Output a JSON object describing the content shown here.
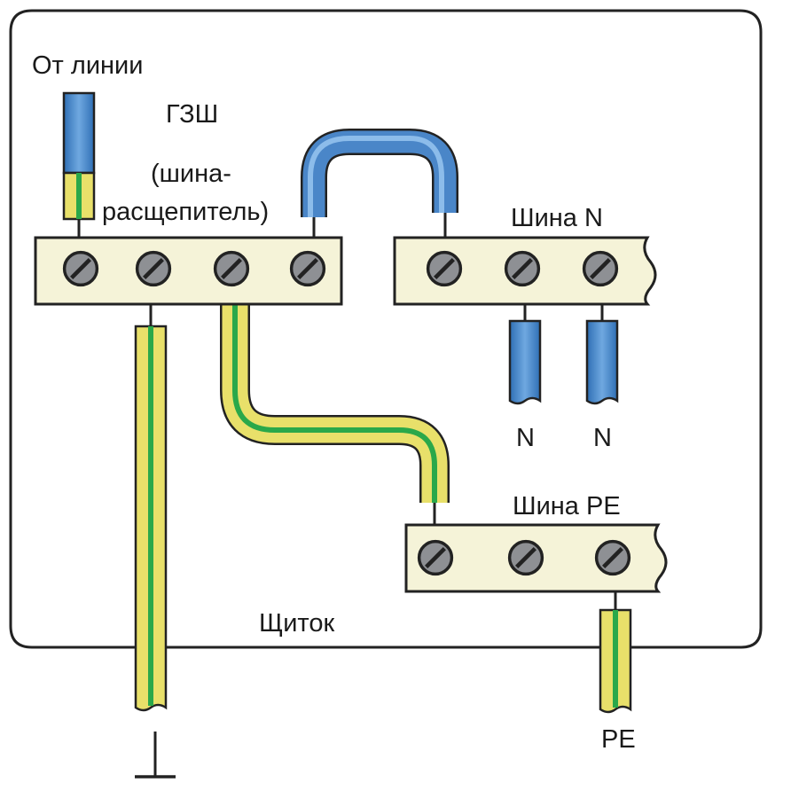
{
  "labels": {
    "from_line": "От линии",
    "gzsh": "ГЗШ",
    "splitter_1": "(шина-",
    "splitter_2": "расщепитель)",
    "bus_n": "Шина N",
    "bus_pe": "Шина PE",
    "n_left": "N",
    "n_right": "N",
    "panel": "Щиток",
    "pe_out": "PE"
  },
  "colors": {
    "bus_fill": "#f5f3d8",
    "wire_blue": "#4a86c8",
    "wire_yellow": "#e8e06a",
    "wire_green": "#2aa84a",
    "outline": "#222222"
  },
  "icons": {
    "ground": "ground-symbol-icon",
    "screw": "screw-terminal-icon"
  }
}
